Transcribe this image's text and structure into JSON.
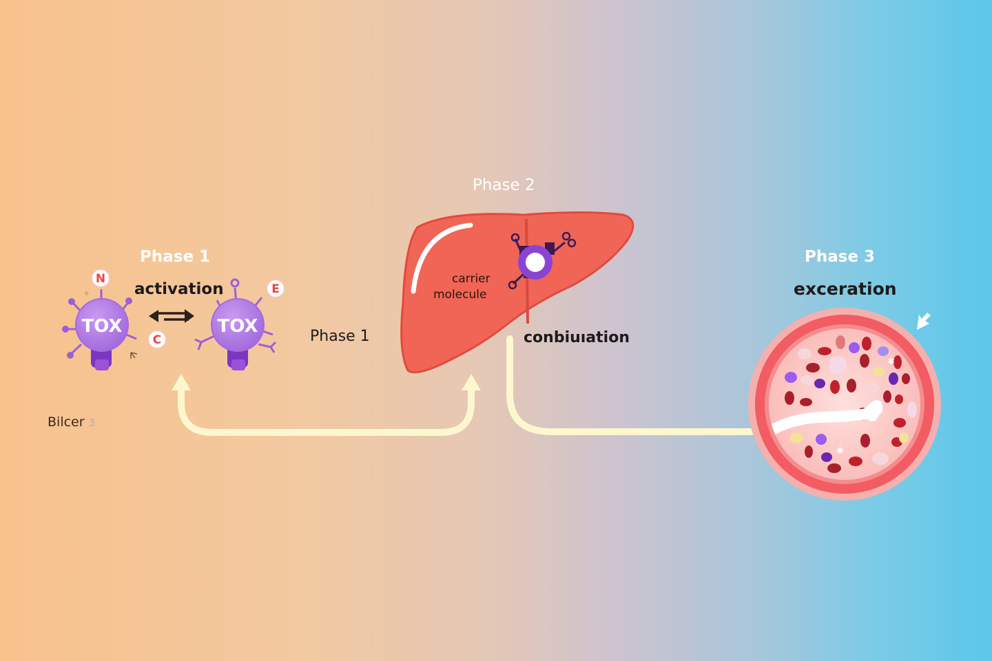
{
  "labels": {
    "phase1_top": "Phase 1",
    "activation": "activation",
    "phase1_mid": "Phase 1",
    "phase2": "Phase 2",
    "carrier_line1": "carrier",
    "carrier_line2": "molecule",
    "conjugation": "conbiuıation",
    "phase3": "Phase 3",
    "excretion": "exceration",
    "bile": "Bilcer",
    "bile_suffix": "3"
  },
  "toxins": [
    {
      "label": "TOX",
      "badges": [
        "N",
        "C"
      ]
    },
    {
      "label": "TOX",
      "badges": [
        "E"
      ]
    }
  ],
  "colors": {
    "tox_body": "#b27be6",
    "tox_stalk": "#7b36c2",
    "liver": "#f06555",
    "flow_path": "#fdf7cf",
    "intestine_ring": "#f25c62",
    "badge_text": "#e8483c"
  }
}
